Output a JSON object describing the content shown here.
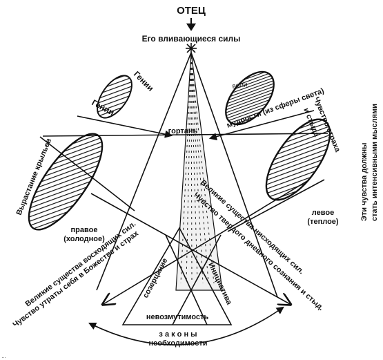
{
  "labels": {
    "title": "ОТЕЦ",
    "inflowing": "Его вливающиеся силы",
    "genii_1": "Гении",
    "genii_2": "Гении",
    "will": "воли",
    "wisdom": "мудрости (из сферы света)",
    "throat": "гортань",
    "wings": "Вырастание крыльев",
    "fear_1": "Чувство страха",
    "fear_2": "и стыда",
    "right_1": "правое",
    "right_2": "(холодное)",
    "left_1": "левое",
    "left_2": "(теплое)",
    "feelings_1": "Эти чувства должны",
    "feelings_2": "стать интенсивными мыслями",
    "ascending_1": "Великие существа восходящих сил.",
    "ascending_2": "Чувство утраты себя в Божестве и страх",
    "descending_1": "Великие существа нисходящих сил.",
    "descending_2": "Чувство твердого дневного сознания и стыд.",
    "contemplation": "созерцание",
    "initiative": "Инициатива",
    "equanimity": "невозмутимость",
    "laws": "з а к о н ы",
    "necessity": "необходимости",
    "bottom_fragment": "…"
  }
}
